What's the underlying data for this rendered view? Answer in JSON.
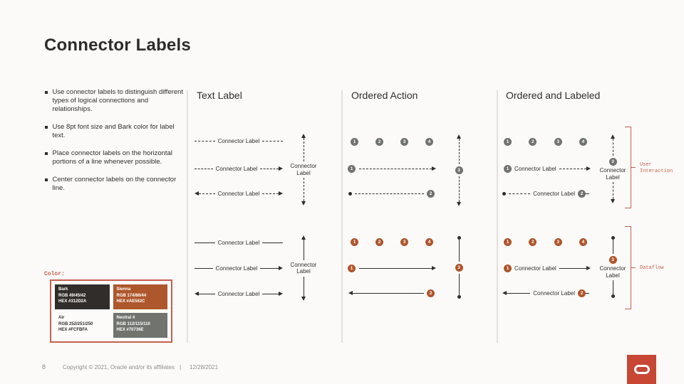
{
  "slide": {
    "title": "Connector Labels",
    "bullets": [
      "Use connector labels to distinguish different types of logical connections and relationships.",
      "Use 8pt font size and Bark color for label text.",
      "Place connector labels on the horizontal portions of a line whenever possible.",
      "Center connector labels on the connector line."
    ],
    "connector_label": "Connector Label",
    "steps": [
      "1",
      "2",
      "3",
      "4"
    ]
  },
  "sections": {
    "text_label": {
      "header": "Text Label"
    },
    "ordered_action": {
      "header": "Ordered Action"
    },
    "ordered_labeled": {
      "header": "Ordered and Labeled",
      "annotation_top": "User Interaction",
      "annotation_bottom": "Dataflow"
    }
  },
  "palette": {
    "label": "Color:",
    "swatches": [
      {
        "name": "Bark",
        "rgb": "RGB 49/45/42",
        "hex": "HEX #312D2A",
        "color": "#312D2A"
      },
      {
        "name": "Sienna",
        "rgb": "RGB 174/86/44",
        "hex": "HEX #AE562C",
        "color": "#AE562C"
      },
      {
        "name": "Air",
        "rgb": "RGB 252/251/250",
        "hex": "HEX #FCFBFA",
        "color": "#FCFBFA"
      },
      {
        "name": "Neutral 4",
        "rgb": "RGB 112/115/110",
        "hex": "HEX #70736E",
        "color": "#70736E"
      }
    ]
  },
  "footer": {
    "page_number": "8",
    "copyright": "Copyright © 2021, Oracle and/or its affiliates",
    "separator": "|",
    "date": "12/28/2021"
  },
  "colors": {
    "bark": "#312D2A",
    "sienna": "#AE562C",
    "air": "#FCFBFA",
    "neutral_4": "#70736E",
    "accent_red": "#C74634",
    "annotation_red": "#C5604C"
  }
}
